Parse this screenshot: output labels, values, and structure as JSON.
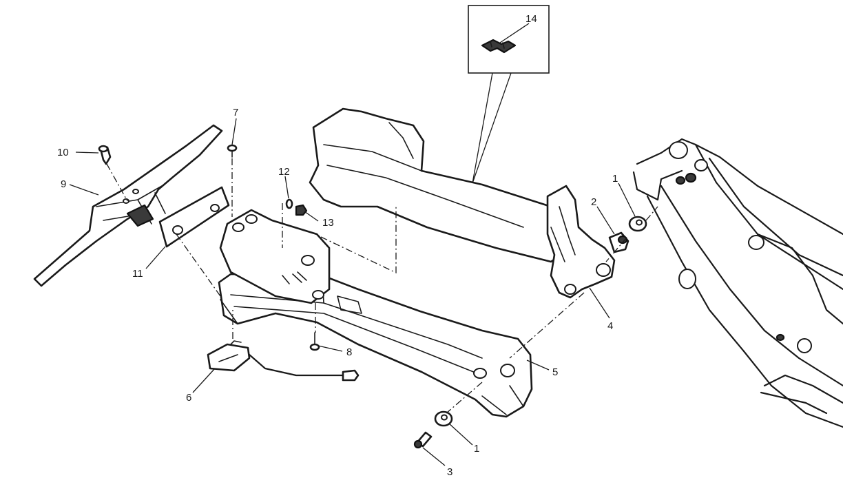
{
  "diagram": {
    "callouts": {
      "c1a": "1",
      "c1b": "1",
      "c2": "2",
      "c3": "3",
      "c4": "4",
      "c5": "5",
      "c6": "6",
      "c7": "7",
      "c8": "8",
      "c9": "9",
      "c10": "10",
      "c11": "11",
      "c12": "12",
      "c13": "13",
      "c14": "14"
    }
  }
}
